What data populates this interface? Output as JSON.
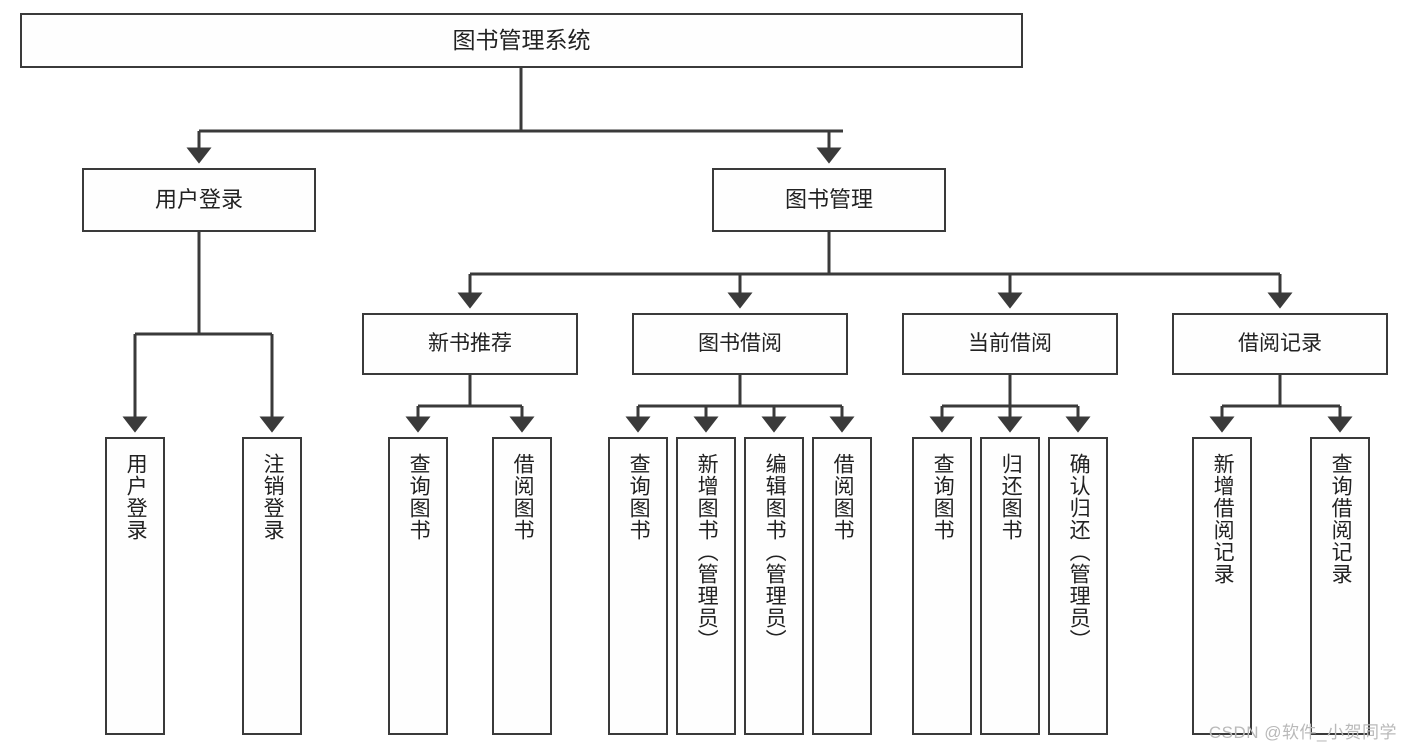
{
  "diagram": {
    "title": "图书管理系统",
    "type": "tree-hierarchy-diagram",
    "colors": {
      "box_border": "#3a3a3a",
      "box_fill": "#fefefe",
      "edge": "#3a3a3a",
      "text": "#222222",
      "watermark": "#b9b9b9"
    },
    "root": {
      "label": "图书管理系统"
    },
    "level2": [
      {
        "label": "用户登录"
      },
      {
        "label": "图书管理"
      }
    ],
    "level3": [
      {
        "label": "新书推荐"
      },
      {
        "label": "图书借阅"
      },
      {
        "label": "当前借阅"
      },
      {
        "label": "借阅记录"
      }
    ],
    "leaves": {
      "user_login": [
        {
          "label": "用户登录"
        },
        {
          "label": "注销登录"
        }
      ],
      "new_book_recommend": [
        {
          "label": "查询图书"
        },
        {
          "label": "借阅图书"
        }
      ],
      "book_borrow": [
        {
          "label": "查询图书"
        },
        {
          "label": "新增图书（管理员）"
        },
        {
          "label": "编辑图书（管理员）"
        },
        {
          "label": "借阅图书"
        }
      ],
      "current_borrow": [
        {
          "label": "查询图书"
        },
        {
          "label": "归还图书"
        },
        {
          "label": "确认归还（管理员）"
        }
      ],
      "borrow_record": [
        {
          "label": "新增借阅记录"
        },
        {
          "label": "查询借阅记录"
        }
      ]
    }
  },
  "watermark": {
    "text": "CSDN @软件_小贺同学"
  }
}
